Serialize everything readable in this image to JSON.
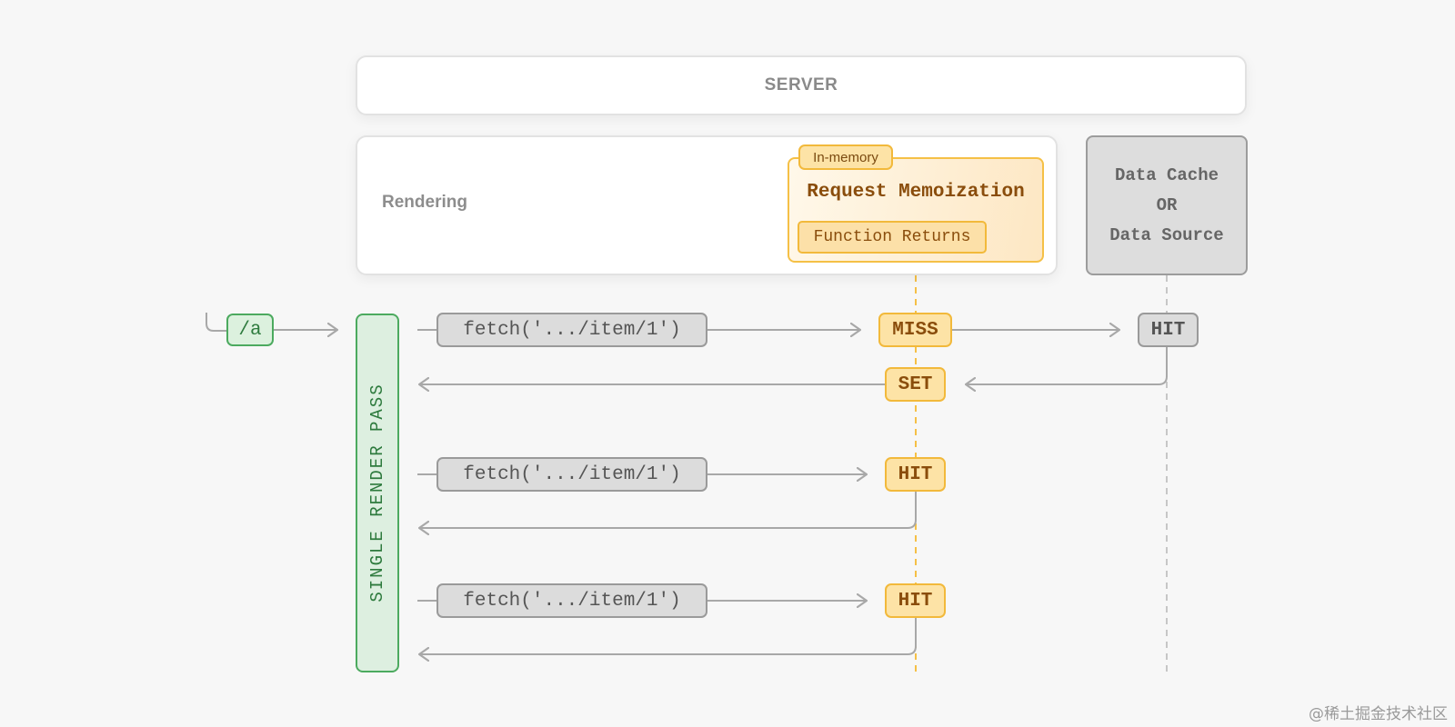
{
  "server": {
    "label": "SERVER"
  },
  "rendering": {
    "label": "Rendering"
  },
  "memoization": {
    "tag": "In-memory",
    "title": "Request Memoization",
    "inner": "Function Returns"
  },
  "data_cache": {
    "lines": [
      "Data Cache",
      "OR",
      "Data Source"
    ]
  },
  "route": {
    "label": "/a"
  },
  "render_pass": {
    "label": "SINGLE RENDER PASS"
  },
  "requests": [
    {
      "fetch": "fetch('.../item/1')",
      "memo_status": "MISS",
      "memo_set": "SET",
      "cache_status": "HIT"
    },
    {
      "fetch": "fetch('.../item/1')",
      "memo_status": "HIT"
    },
    {
      "fetch": "fetch('.../item/1')",
      "memo_status": "HIT"
    }
  ],
  "watermark": "@稀土掘金技术社区",
  "colors": {
    "green_accent": "#4caa5f",
    "yellow_accent": "#f2b93b",
    "gray_border": "#9a9a9a",
    "arrow_gray": "#a8a8a8"
  }
}
